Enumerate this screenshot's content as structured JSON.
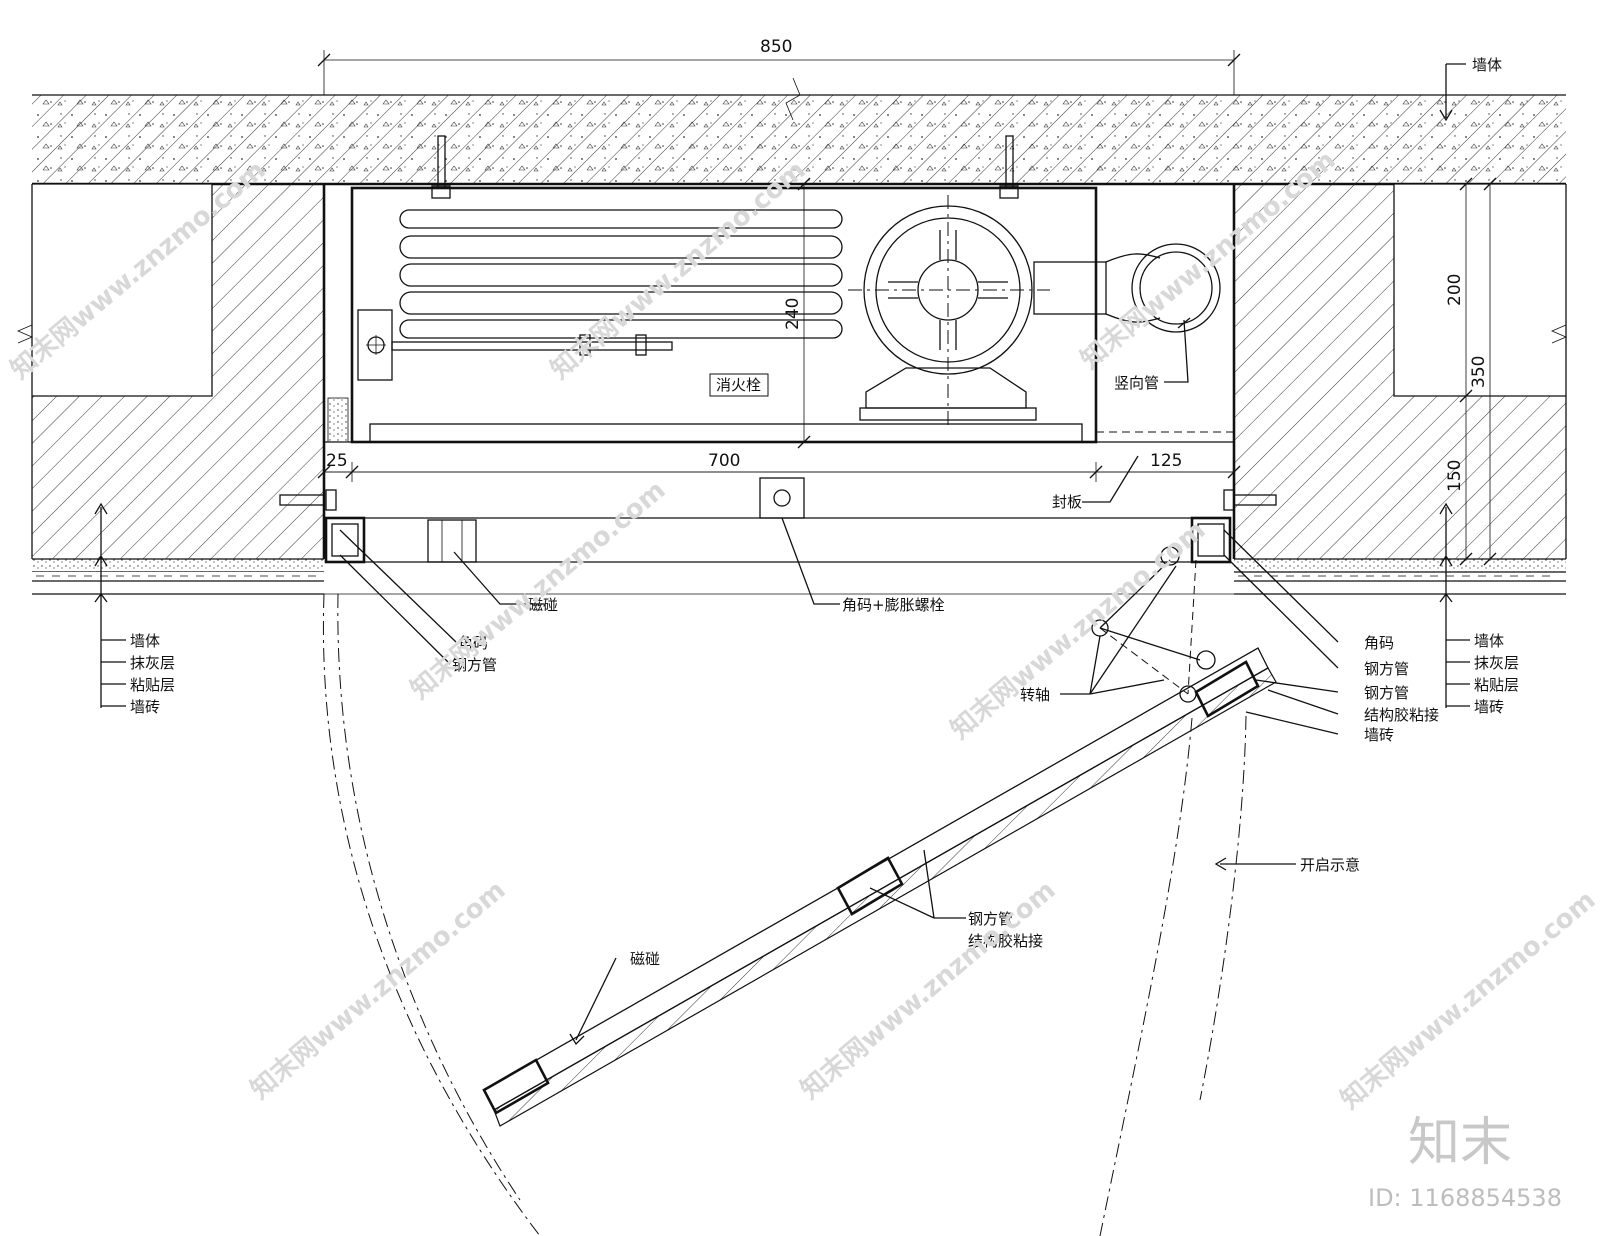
{
  "dimensions": {
    "overall_width": "850",
    "left_gap": "25",
    "inner_width": "700",
    "right_gap": "125",
    "cabinet_depth": "240",
    "dim_200": "200",
    "dim_350": "350",
    "dim_150": "150"
  },
  "labels": {
    "wall_top": "墙体",
    "hydrant": "消火栓",
    "riser_pipe": "竖向管",
    "cover_board": "封板",
    "magnet_left": "磁碰",
    "corner_bolt": "角码+膨胀螺栓",
    "corner_left": "角码",
    "steel_tube_left": "钢方管",
    "corner_right": "角码",
    "steel_tube_right_1": "钢方管",
    "steel_tube_right_2": "钢方管",
    "adhesive_right": "结构胶粘接",
    "tile_right": "墙砖",
    "pivot": "转轴",
    "opening_note": "开启示意",
    "steel_tube_mid": "钢方管",
    "adhesive_mid": "结构胶粘接",
    "magnet_door": "磁碰"
  },
  "layers_left": [
    "墙体",
    "抹灰层",
    "粘贴层",
    "墙砖"
  ],
  "layers_right": [
    "墙体",
    "抹灰层",
    "粘贴层",
    "墙砖"
  ],
  "watermark": {
    "text": "知末网www.znzmo.com",
    "brand": "知末",
    "id": "ID: 1168854538"
  }
}
